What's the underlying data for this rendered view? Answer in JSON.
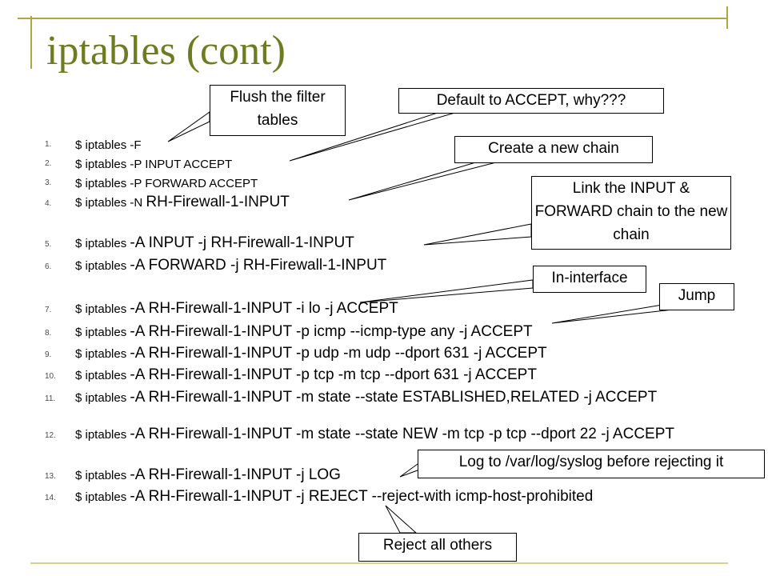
{
  "title": "iptables (cont)",
  "commands": [
    {
      "num": "1.",
      "prefix": "$ iptables -F",
      "args": ""
    },
    {
      "num": "2.",
      "prefix": "$ iptables -P INPUT ACCEPT",
      "args": ""
    },
    {
      "num": "3.",
      "prefix": "$ iptables -P FORWARD ACCEPT",
      "args": ""
    },
    {
      "num": "4.",
      "prefix": "$ iptables -N ",
      "args": "RH-Firewall-1-INPUT"
    },
    {
      "num": "5.",
      "prefix": "$ iptables ",
      "args": "-A INPUT -j RH-Firewall-1-INPUT"
    },
    {
      "num": "6.",
      "prefix": "$ iptables ",
      "args": "-A FORWARD -j RH-Firewall-1-INPUT"
    },
    {
      "num": "7.",
      "prefix": "$ iptables ",
      "args": "-A RH-Firewall-1-INPUT -i lo -j ACCEPT"
    },
    {
      "num": "8.",
      "prefix": "$ iptables ",
      "args": "-A RH-Firewall-1-INPUT -p icmp --icmp-type any -j ACCEPT"
    },
    {
      "num": "9.",
      "prefix": "$ iptables ",
      "args": "-A RH-Firewall-1-INPUT -p udp -m udp --dport 631 -j ACCEPT"
    },
    {
      "num": "10.",
      "prefix": "$ iptables ",
      "args": "-A RH-Firewall-1-INPUT -p tcp -m tcp --dport 631 -j ACCEPT"
    },
    {
      "num": "11.",
      "prefix": "$ iptables ",
      "args": "-A RH-Firewall-1-INPUT -m state --state ESTABLISHED,RELATED -j ACCEPT"
    },
    {
      "num": "12.",
      "prefix": "$ iptables ",
      "args": "-A RH-Firewall-1-INPUT -m state --state NEW -m tcp -p tcp --dport 22 -j ACCEPT"
    },
    {
      "num": "13.",
      "prefix": "$ iptables ",
      "args": "-A RH-Firewall-1-INPUT -j LOG"
    },
    {
      "num": "14.",
      "prefix": "$ iptables ",
      "args": "-A RH-Firewall-1-INPUT -j REJECT --reject-with icmp-host-prohibited"
    }
  ],
  "callouts": {
    "flush": "Flush the filter tables",
    "default_accept": "Default to ACCEPT, why???",
    "new_chain": "Create a new chain",
    "link_chain": "Link the INPUT & FORWARD chain to the new chain",
    "in_interface": "In-interface",
    "jump": "Jump",
    "log": "Log to /var/log/syslog before rejecting it",
    "reject": "Reject all others"
  }
}
